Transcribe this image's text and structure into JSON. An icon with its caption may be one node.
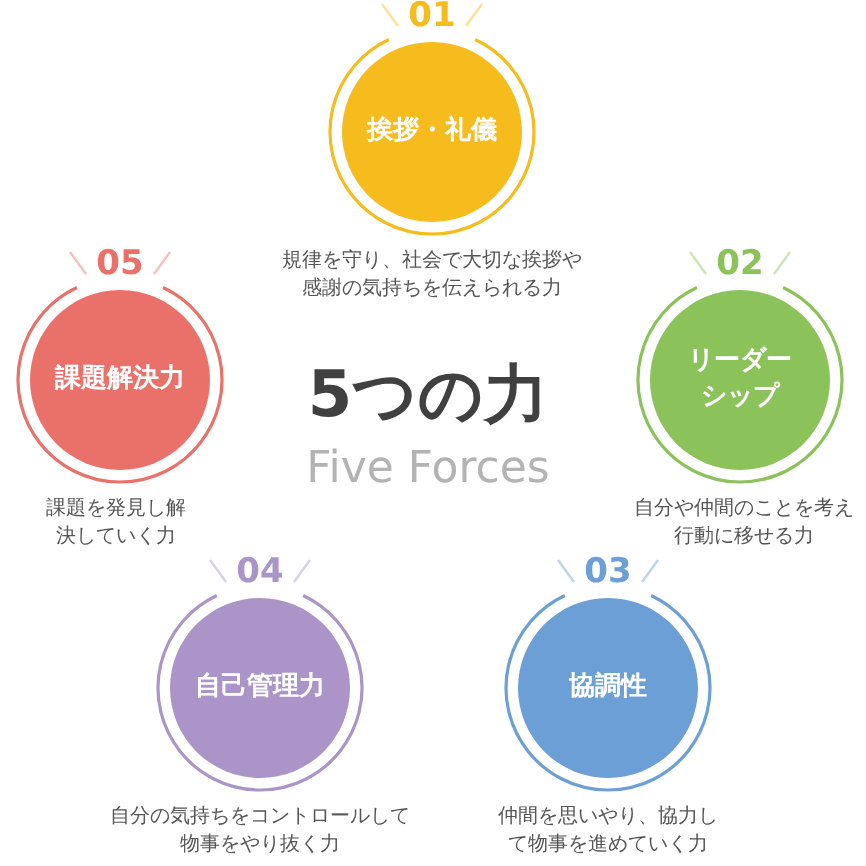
{
  "diagram": {
    "title": "5つの力",
    "nodes": [
      {
        "text": [
          "01",
          "挨拶・礼儀"
        ],
        "beside": [
          "規律を守り、社会で大切な挨拶や感謝の気持ちを伝えられる力"
        ]
      },
      {
        "text": [
          "02",
          "リーダーシップ"
        ],
        "beside": [
          "自分や仲間のことを考え行動に移せる力"
        ]
      },
      {
        "text": [
          "03",
          "協調性"
        ],
        "beside": [
          "仲間を思いやり、協力して物事を進めていく力"
        ]
      },
      {
        "text": [
          "04",
          "自己管理力"
        ],
        "beside": [
          "自分の気持ちをコントロールして物事をやり抜く力"
        ]
      },
      {
        "text": [
          "05",
          "課題解決力"
        ],
        "beside": [
          "課題を発見し解決していく力"
        ]
      }
    ],
    "labels": [
      "Five Forces"
    ]
  }
}
